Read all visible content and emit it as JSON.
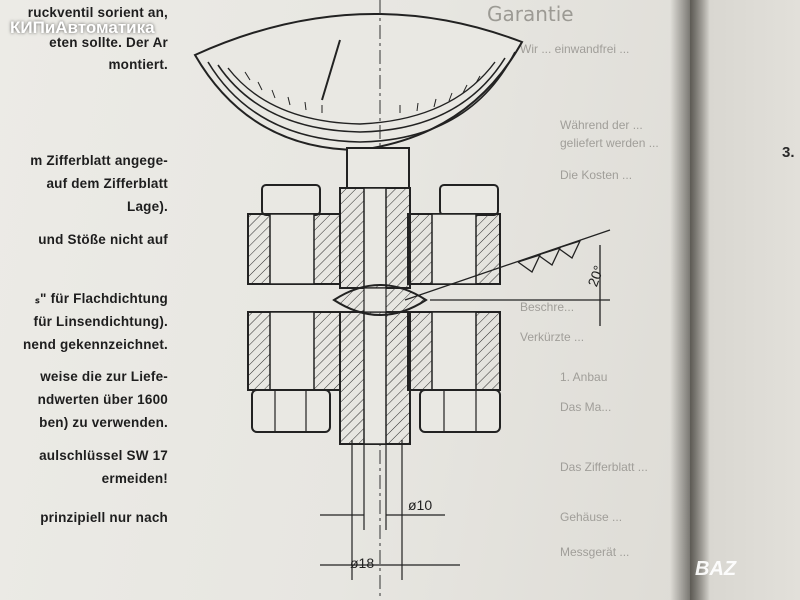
{
  "watermark": {
    "top": "КИПиАвтоматика",
    "bottom": "BAZ"
  },
  "left_column": [
    "ruckventil sorient an,",
    "eten sollte. Der Ar",
    "montiert.",
    "m Zifferblatt angege-",
    "auf dem Zifferblatt",
    "Lage).",
    "und Stöße nicht auf",
    "ₛ\" für Flachdichtung",
    "für Linsendichtung).",
    "nend gekennzeichnet.",
    "weise die zur Liefe-",
    "ndwerten über 1600",
    "ben) zu verwenden.",
    "aulschlüssel SW 17",
    "ermeiden!",
    "prinzipiell nur nach"
  ],
  "right_faded": {
    "heading": "Garantie",
    "lines": [
      "Wir ... einwandfrei ...",
      "Während der ...",
      "geliefert werden ...",
      "Die Kosten ...",
      "Beschre...",
      "Verkürzte ...",
      "1. Anbau",
      "Das Ma...",
      "Das Zifferblatt ...",
      "Gehäuse ...",
      "Messgerät ..."
    ]
  },
  "side_number": "3.",
  "drawing": {
    "angle_label": "20°",
    "dim_inner": "ø10",
    "dim_outer": "ø18"
  }
}
